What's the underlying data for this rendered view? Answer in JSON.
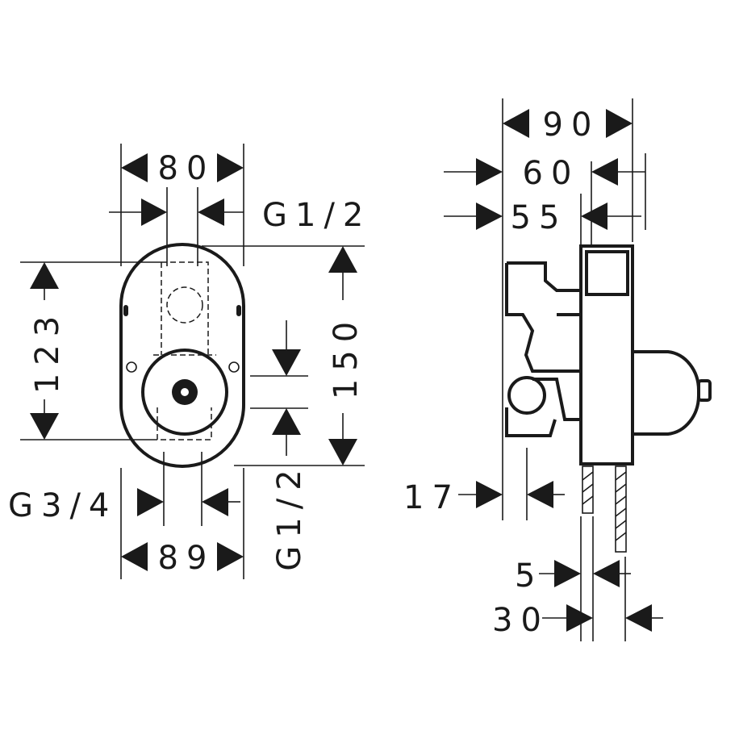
{
  "front_view": {
    "width_top": "80",
    "inlet_top": "G1/2",
    "height_left": "123",
    "height_right": "150",
    "outlet_side": "G1/2",
    "outlet_bottom": "G3/4",
    "width_bottom": "89"
  },
  "side_view": {
    "depth_total": "90",
    "depth_60": "60",
    "depth_55": "55",
    "offset_17": "17",
    "leg_5": "5",
    "leg_30": "30"
  }
}
